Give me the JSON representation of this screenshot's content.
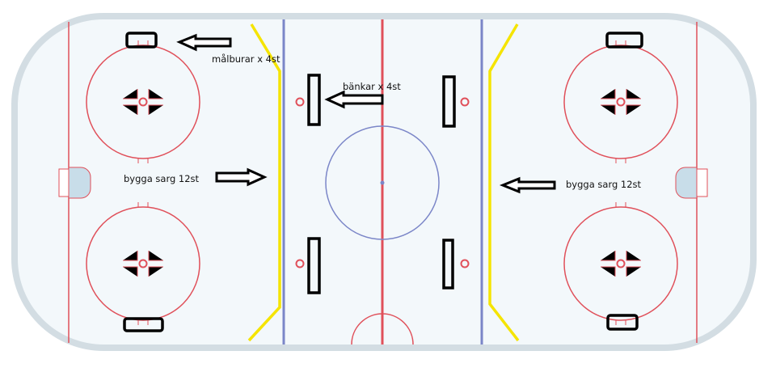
{
  "labels": {
    "goals": "målburar x 4st",
    "benches": "bänkar x 4st",
    "boards_left": "bygga sarg 12st",
    "boards_right": "bygga sarg 12st"
  },
  "colors": {
    "ice": "#f3f8fb",
    "boards": "#d3dde3",
    "red_line": "#e0505a",
    "blue_line": "#7b86c8",
    "yellow_boards": "#f5e400",
    "markup": "#000000"
  }
}
